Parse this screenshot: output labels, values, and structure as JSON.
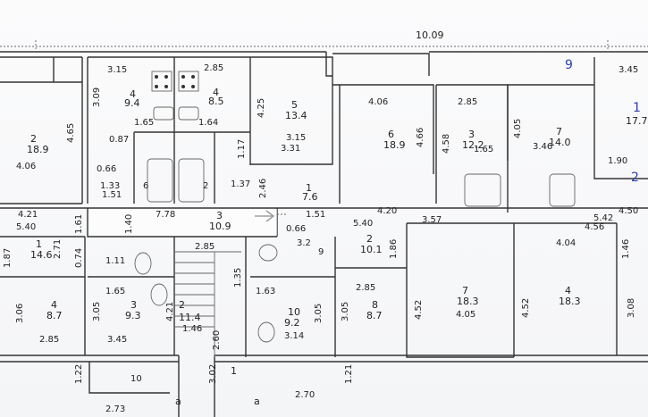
{
  "overall_width": "10.09",
  "section_number": "9",
  "labels": {
    "top_room_a_w": "3.15",
    "top_room_b_w": "2.85",
    "top_room_r_w": "3.45",
    "r2_name": "2",
    "r2_area": "18.9",
    "r2_h": "4.65",
    "r2_w": "4.06",
    "r4a_name": "4",
    "r4a_area": "9.4",
    "r4a_h": "3.09",
    "r4a_w": "1.65",
    "r4b_name": "4",
    "r4b_area": "8.5",
    "r4b_w": "1.64",
    "r5_name": "5",
    "r5_area": "13.4",
    "r5_h": "4.25",
    "r5_w": "3.15",
    "r6_name": "6",
    "r6_area": "18.9",
    "r6_w": "4.06",
    "r6_h": "4.66",
    "r3a_name": "3",
    "r3a_area": "12.2",
    "r3a_w": "2.85",
    "r3a_h": "4.58",
    "r3a_b": "1.65",
    "r7a_name": "7",
    "r7a_area": "14.0",
    "r7a_w": "3.46",
    "r7a_h": "4.05",
    "r1r_name": "1",
    "r1r_area": "17.7",
    "r1r_b": "1.90",
    "r2r_name": "2",
    "b1": "0.87",
    "b2": "0.66",
    "b3": "1.33",
    "b4": "1.51",
    "b5": "6",
    "b6": "2",
    "b7": "1.37",
    "b8": "1.17",
    "b9": "2.46",
    "r1b_name": "1",
    "r1b_area": "7.6",
    "r1b_w": "3.31",
    "hall_w": "7.78",
    "hall_name": "3",
    "hall_area": "10.9",
    "hall_h": "1.40",
    "r1l_name": "1",
    "r1l_area": "14.6",
    "r1l_w": "4.21",
    "r1l_w2": "5.40",
    "r1l_h": "2.71",
    "c1": "1.61",
    "c2": "1.51",
    "c3": "0.66",
    "c4": "5.40",
    "c5": "4.20",
    "c6": "3.57",
    "c7": "3.2",
    "c8": "9",
    "r2c_name": "2",
    "r2c_area": "10.1",
    "r2c_h": "1.86",
    "r4l_name": "4",
    "r4l_area": "8.7",
    "r4l_h": "3.06",
    "r4l_w": "2.85",
    "r4l_x": "1.87",
    "r3b_name": "3",
    "r3b_area": "9.3",
    "r3b_w": "1.65",
    "r3b_h": "3.05",
    "r3b_b": "3.45",
    "r3b_t": "1.11",
    "stair_name": "2",
    "stair_area": "11.4",
    "stair_w": "2.85",
    "stair_b": "1.46",
    "stair_h": "1.35",
    "r10_name": "10",
    "r10_area": "9.2",
    "r10_w": "1.63",
    "r10_h": "3.05",
    "r10_b": "3.14",
    "r8_name": "8",
    "r8_area": "8.7",
    "r8_w": "2.85",
    "r8_h": "3.05",
    "r7b_name": "7",
    "r7b_area": "18.3",
    "r7b_h": "4.52",
    "r7b_w": "4.05",
    "r4r_name": "4",
    "r4r_area": "18.3",
    "r4r_h": "4.52",
    "r4r_w": "4.04",
    "rr1": "4.50",
    "rr2": "5.42",
    "rr3": "4.56",
    "rr4": "1.46",
    "rr5": "3.08",
    "bot1": "2.73",
    "bot2": "10",
    "bot3": "1.22",
    "bot4": "2.70",
    "bot5": "3.02",
    "bot6": "1.21",
    "bot7": "a",
    "bot8": "a",
    "bot9": "1",
    "misc1": "1.40",
    "misc2": "0.74",
    "misc3": "2.60",
    "misc4": "4.21",
    "misc5": "3.05"
  }
}
